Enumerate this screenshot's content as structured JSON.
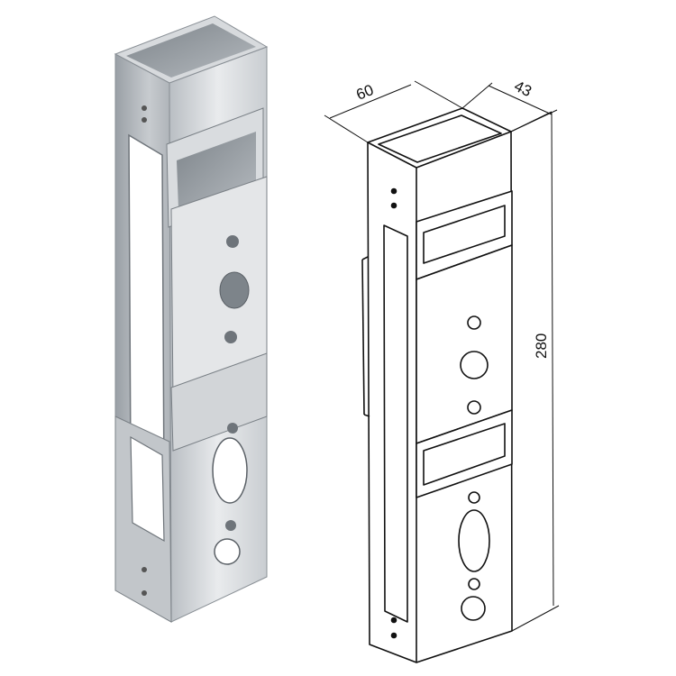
{
  "dimensions": {
    "width": "60",
    "depth": "43",
    "height": "280"
  },
  "colors": {
    "background": "#ffffff",
    "line": "#111111",
    "metal_light": "#e6e8ea",
    "metal_mid": "#c4c8cc",
    "metal_dark": "#8f959b",
    "metal_shadow": "#6e747a"
  }
}
